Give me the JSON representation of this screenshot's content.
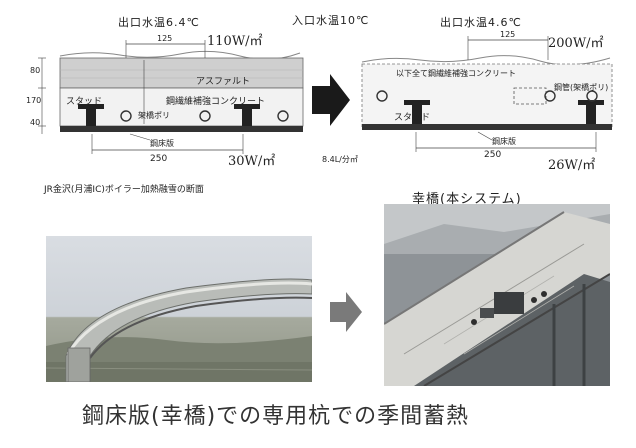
{
  "top_left": {
    "outlet_temp": "出口水温6.4℃",
    "heat_top": "110W/㎡",
    "heat_bottom": "30W/㎡",
    "dim_top": "125",
    "dim_bottom": "250",
    "layer_asphalt": "アスファルト",
    "layer_concrete": "鋼繊維補強コンクリート",
    "stud": "スタッド",
    "pipe": "架橋ポリ",
    "deck": "鋼床版",
    "dim_side_1": "80",
    "dim_side_2": "40",
    "dim_side_3": "170",
    "caption": "JR金沢(月浦IC)ボイラー加熱融雪の断面"
  },
  "top_center": {
    "inlet_temp": "入口水温10℃",
    "flow_rate": "8.4L/分㎡"
  },
  "top_right": {
    "outlet_temp": "出口水温4.6℃",
    "heat_top": "200W/㎡",
    "heat_bottom": "26W/㎡",
    "dim_top": "125",
    "dim_bottom": "250",
    "layer_concrete": "以下全て鋼繊維補強コンクリート",
    "stud": "スタッド",
    "deck": "鋼床版",
    "pipe": "鋼管(架橋ポリ)",
    "caption": "幸橋(本システム)"
  },
  "footer": {
    "title": "鋼床版(幸橋)での専用杭での季間蓄熱"
  }
}
